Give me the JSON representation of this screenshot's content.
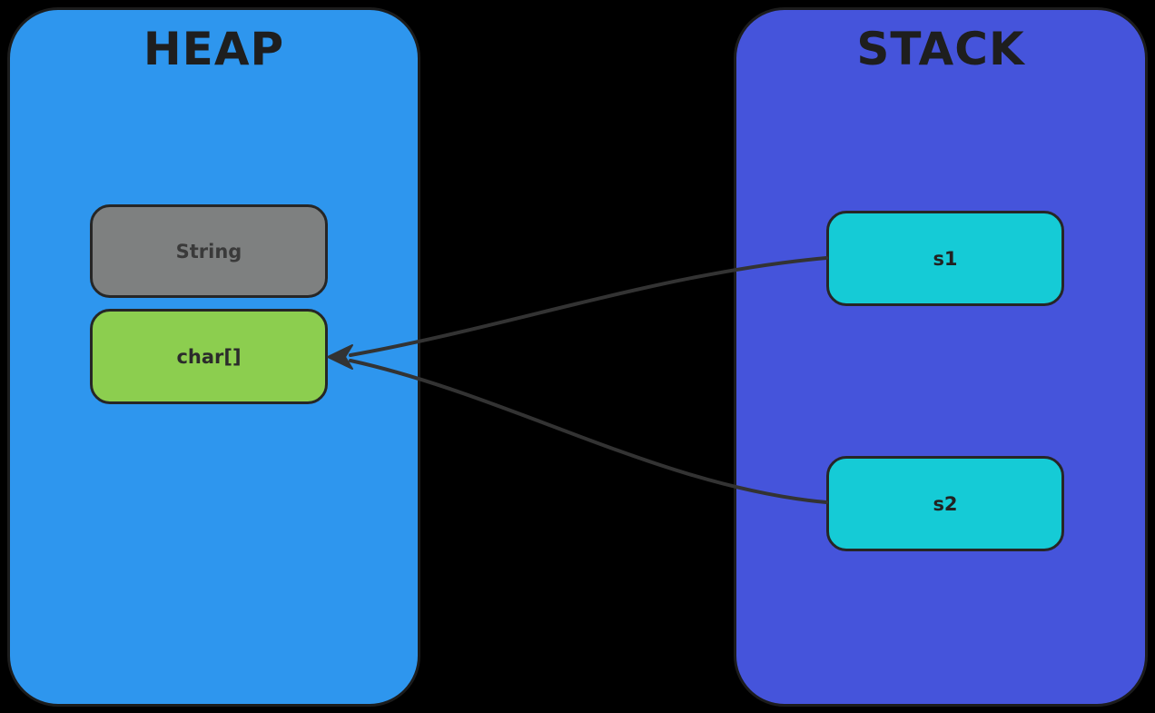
{
  "diagram": {
    "background_color": "#000000",
    "edge_color": "#333333",
    "heap": {
      "title": "HEAP",
      "fill": "#2E96EE",
      "nodes": [
        {
          "id": "string",
          "label": "String",
          "fill": "#7E8080"
        },
        {
          "id": "char-array",
          "label": "char[]",
          "fill": "#8CCE4F"
        }
      ]
    },
    "stack": {
      "title": "STACK",
      "fill": "#4554DB",
      "nodes": [
        {
          "id": "s1",
          "label": "s1",
          "fill": "#15CBD6"
        },
        {
          "id": "s2",
          "label": "s2",
          "fill": "#15CBD6"
        }
      ]
    },
    "edges": [
      {
        "from": "s1",
        "to": "char-array"
      },
      {
        "from": "s2",
        "to": "char-array"
      }
    ]
  }
}
